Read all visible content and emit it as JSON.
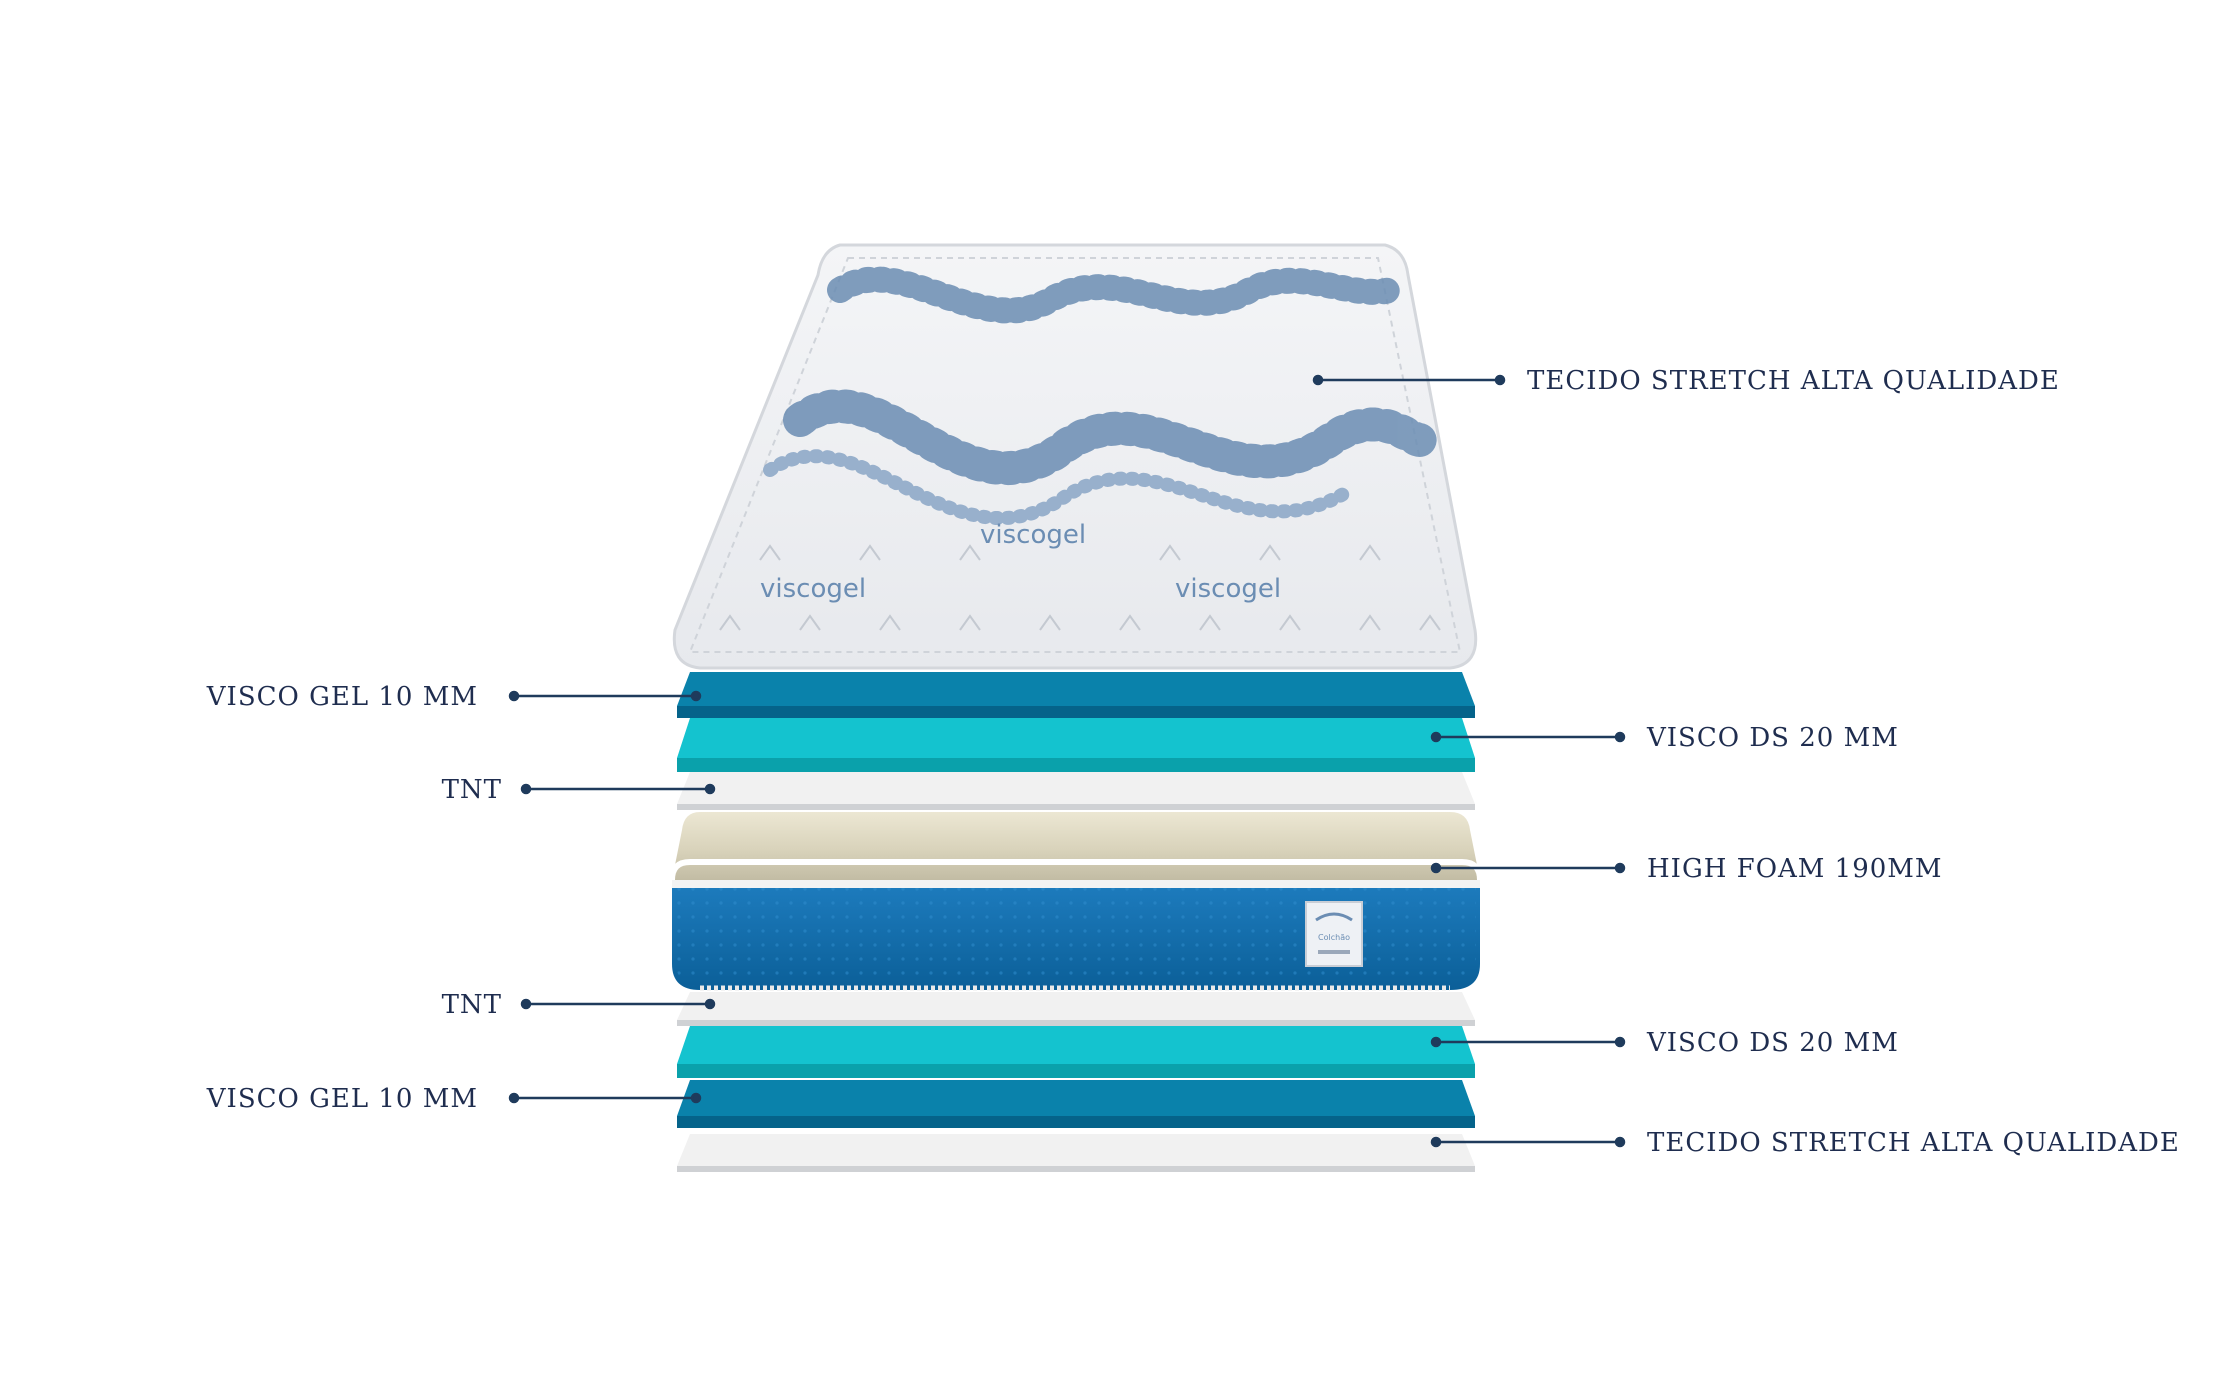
{
  "mattress": {
    "brand_text": "viscogel",
    "tag_brand": "Colchão"
  },
  "labels": {
    "top_fabric": "TECIDO STRETCH ALTA QUALIDADE",
    "visco_gel_top": "VISCO GEL 10 MM",
    "visco_ds_top": "VISCO DS 20 MM",
    "tnt_top": "TNT",
    "high_foam": "HIGH FOAM 190MM",
    "tnt_bottom": "TNT",
    "visco_ds_bottom": "VISCO DS 20 MM",
    "visco_gel_bottom": "VISCO GEL 10 MM",
    "bottom_fabric": "TECIDO STRETCH ALTA QUALIDADE"
  },
  "colors": {
    "label_text": "#1f2d4f",
    "leader_line": "#1f3b5c",
    "visco_gel": "#0a82ab",
    "visco_gel_shade": "#05638a",
    "visco_ds": "#14c3cf",
    "visco_ds_shade": "#0aa1ab",
    "tnt": "#f1f1f1",
    "high_foam_top": "#ebe6d1",
    "high_foam_shade": "#c7c1a8",
    "core_blue": "#0f6ba8",
    "quilt_pattern": "#6b8db3"
  }
}
